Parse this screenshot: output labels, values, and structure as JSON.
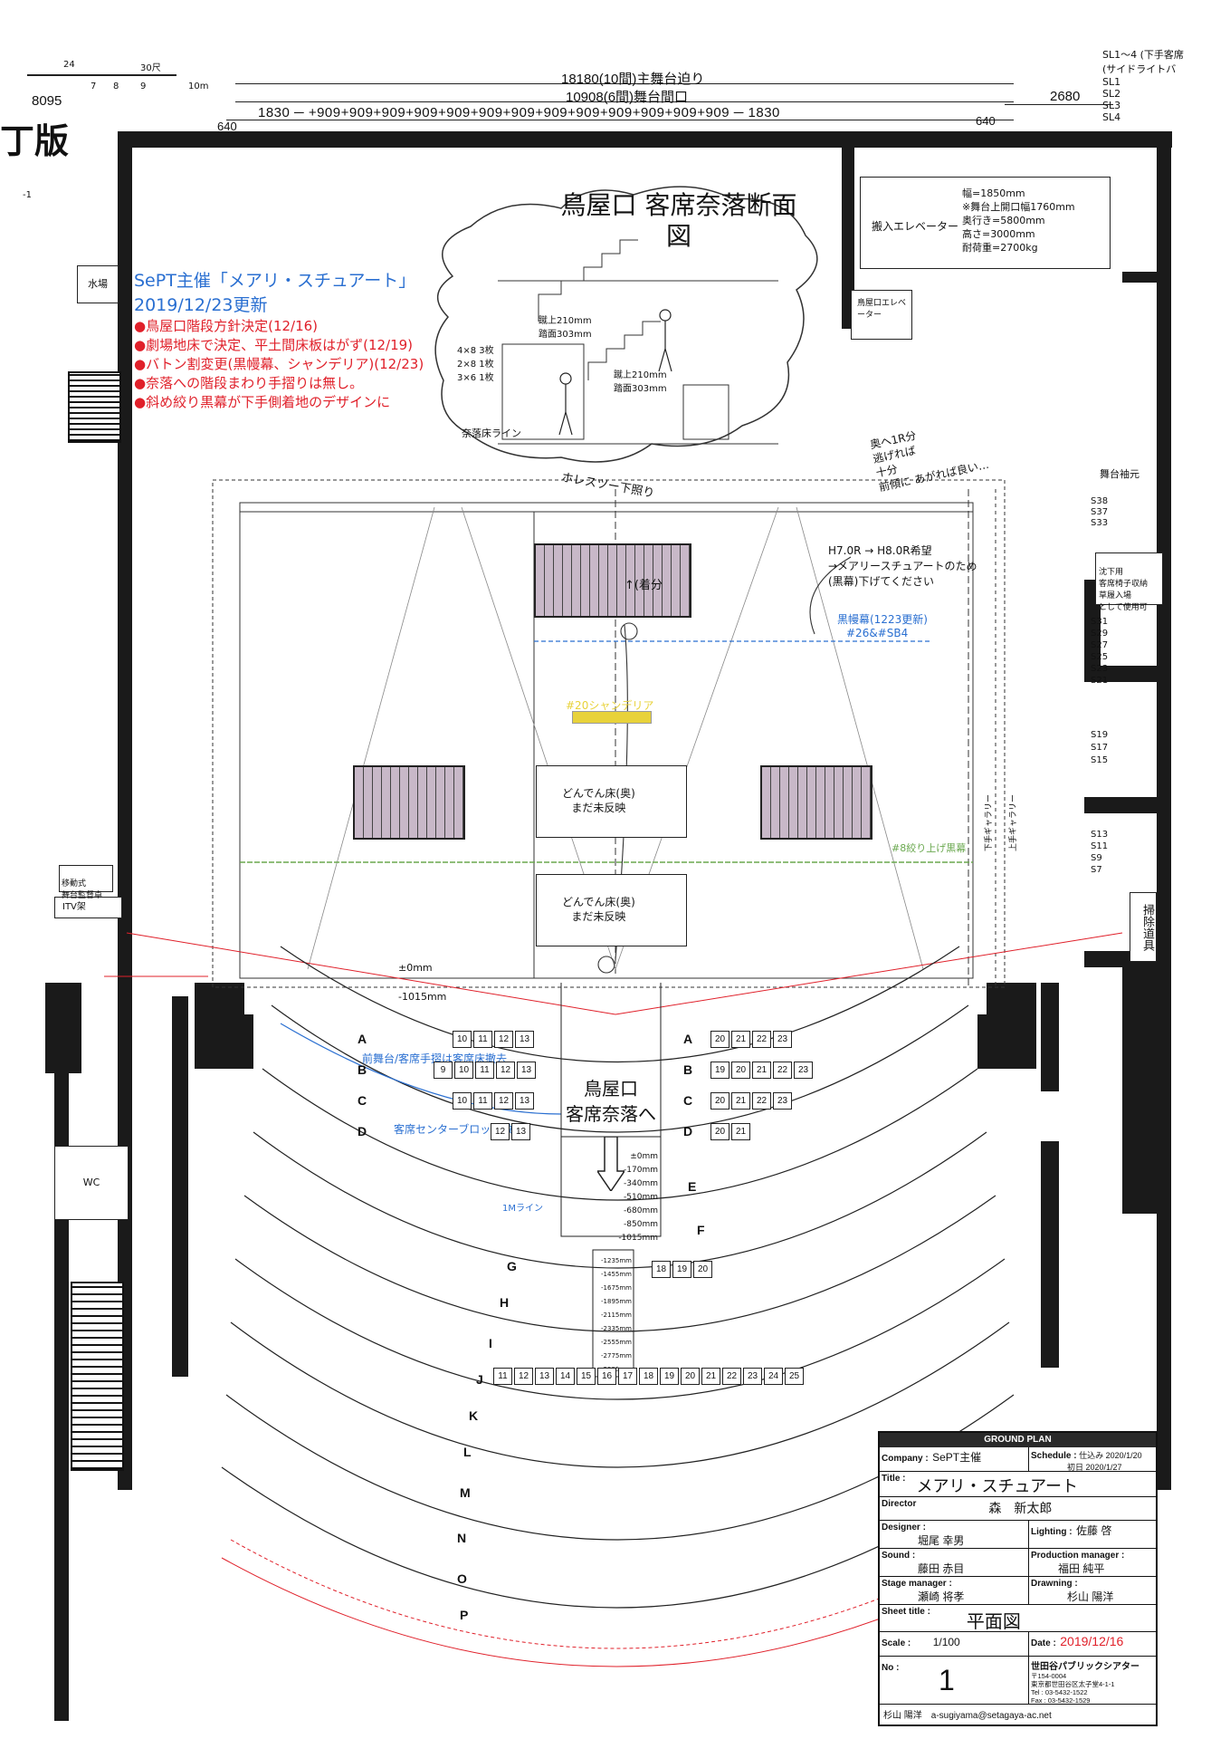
{
  "header": {
    "scale_labels": [
      "24",
      "30尺",
      "7",
      "8",
      "9",
      "10m"
    ],
    "left_dim": "8095",
    "main_stage_dim": "18180(10間)主舞台迫り",
    "proscenium_dim": "10908(6間)舞台間口",
    "bay_dims": "1830 ─ +909+909+909+909+909+909+909+909+909+909+909+909+909 ─ 1830",
    "side_640_left": "640",
    "side_640_right": "640",
    "right_dim": "2680",
    "edition": "丁版",
    "sl_header": "SL1〜4 (下手客席",
    "sl_sub": "(サイドライトバ",
    "sl_items": [
      "SL1",
      "SL2",
      "SL3",
      "SL4"
    ],
    "minus1": "-1"
  },
  "update_note": {
    "title": "SePT主催「メアリ・スチュアート」",
    "date": "2019/12/23更新",
    "items": [
      "●鳥屋口階段方針決定(12/16)",
      "●劇場地床で決定、平土間床板はがず(12/19)",
      "●バトン割変更(黒幔幕、シャンデリア)(12/23)",
      "●奈落への階段まわり手摺りは無し。",
      "●斜め絞り黒幕が下手側着地のデザインに"
    ]
  },
  "section_drawing": {
    "handwritten_title": "鳥屋口 客席奈落断面図",
    "step_note_1": "蹴上210mm\n踏面303mm",
    "step_note_2": "蹴上210mm\n踏面303mm",
    "board_note": "4×8 3枚\n2×8 1枚\n3×6 1枚",
    "floor_line": "奈落床ライン"
  },
  "elevator": {
    "label": "搬入エレベーター",
    "specs": [
      "幅=1850mm",
      "※舞台上開口幅1760mm",
      "奥行き=5800mm",
      "高さ=3000mm",
      "耐荷重=2700kg"
    ],
    "small_elevator": "鳥屋口エレベーター"
  },
  "left_rooms": {
    "water": "水場",
    "wc": "WC",
    "itv": "ITV架",
    "mobile_monitor": "移動式\n舞台監督卓"
  },
  "stage": {
    "handwritten_1": "↑(着分",
    "handwritten_2": "ホレスツー下照り",
    "black_curtain": "黒幔幕(1223更新)",
    "black_curtain_sub": "#26&#SB4",
    "chandelier": "#20シャンデリア",
    "platform_1": "どんでん床(奥)\nまだ未反映",
    "platform_2": "どんでん床(奥)\nまだ未反映",
    "black_drop": "#8絞り上げ黒幕",
    "note_right": "H7.0R → H8.0R希望\n→メアリースチュアートのため\n(黒幕)下げてください",
    "note_top_right": "奥へ1R分\n逃げれば\n十分\n前傾に あがれば良い…",
    "zero": "±0mm",
    "minus1015": "-1015mm",
    "stage_wall_label": "舞台袖元",
    "stage_right_gallery": "下手ギャラリー",
    "stage_left_gallery": "上手ギャラリー",
    "sink_area": "沈下用\n客席椅子収納\n草履入場\nとして使用可",
    "cleaning": "掃除道具"
  },
  "s_batons": {
    "group1": [
      "S38",
      "S37",
      "S33"
    ],
    "group2": [
      "S31",
      "S29",
      "S27",
      "S25",
      "S23",
      "S21"
    ],
    "group3": [
      "S19",
      "S17",
      "S15"
    ],
    "group4": [
      "S13",
      "S11",
      "S9",
      "S7"
    ]
  },
  "seating": {
    "front_note": "前舞台/客席手摺は客席床撤去",
    "center_note": "客席センターブロック撤去",
    "handwritten_center": "鳥屋口\n客席奈落へ",
    "one_m_line": "1Mライン",
    "step_levels": [
      "±0mm",
      "-170mm",
      "-340mm",
      "-510mm",
      "-680mm",
      "-850mm",
      "-1015mm"
    ],
    "aisle_levels": [
      "-1235mm",
      "-1455mm",
      "-1675mm",
      "-1895mm",
      "-2115mm",
      "-2335mm",
      "-2555mm",
      "-2775mm",
      "-2995mm"
    ],
    "rows_left": [
      {
        "row": "A",
        "seats": [
          "10",
          "11",
          "12",
          "13"
        ]
      },
      {
        "row": "B",
        "seats": [
          "9",
          "10",
          "11",
          "12",
          "13"
        ]
      },
      {
        "row": "C",
        "seats": [
          "10",
          "11",
          "12",
          "13"
        ]
      },
      {
        "row": "D",
        "seats": [
          "12",
          "13"
        ]
      }
    ],
    "rows_right": [
      {
        "row": "A",
        "seats": [
          "20",
          "21",
          "22",
          "23"
        ]
      },
      {
        "row": "B",
        "seats": [
          "19",
          "20",
          "21",
          "22",
          "23"
        ]
      },
      {
        "row": "C",
        "seats": [
          "20",
          "21",
          "22",
          "23"
        ]
      },
      {
        "row": "D",
        "seats": [
          "20",
          "21"
        ]
      }
    ],
    "row_letters": [
      "E",
      "F",
      "G",
      "H",
      "I",
      "J",
      "K",
      "L",
      "M",
      "N",
      "O",
      "P"
    ],
    "g_center": [
      "18",
      "19",
      "20"
    ],
    "j_center": [
      "11",
      "12",
      "13",
      "14",
      "15",
      "16",
      "17",
      "18",
      "19",
      "20",
      "21",
      "22",
      "23",
      "24",
      "25"
    ]
  },
  "title_block": {
    "header": "GROUND PLAN",
    "company_lbl": "Company :",
    "company": "SePT主催",
    "schedule_lbl": "Schedule :",
    "schedule_1": "仕込み 2020/1/20",
    "schedule_2": "初日 2020/1/27",
    "title_lbl": "Title :",
    "title": "メアリ・スチュアート",
    "director_lbl": "Director",
    "director": "森　新太郎",
    "designer_lbl": "Designer :",
    "designer": "堀尾 幸男",
    "lighting_lbl": "Lighting :",
    "lighting": "佐藤 啓",
    "sound_lbl": "Sound :",
    "sound": "藤田 赤目",
    "pm_lbl": "Production manager :",
    "pm": "福田 純平",
    "sm_lbl": "Stage manager :",
    "sm": "瀬崎 将孝",
    "drawing_lbl": "Drawning :",
    "drawing": "杉山 陽洋",
    "sheet_lbl": "Sheet title :",
    "sheet": "平面図",
    "scale_lbl": "Scale :",
    "scale": "1/100",
    "date_lbl": "Date :",
    "date": "2019/12/16",
    "no_lbl": "No :",
    "no": "1",
    "theatre": "世田谷パブリックシアター",
    "address": "〒154-0004\n東京都世田谷区太子堂4-1-1\nTel : 03-5432-1522\nFax : 03-5432-1529",
    "contact": "杉山 陽洋　a-sugiyama@setagaya-ac.net"
  },
  "colors": {
    "red": "#e0202a",
    "blue": "#2a6fd1",
    "yellow": "#e8d23a",
    "green": "#6aa84f",
    "stair": "#c8b8c8"
  }
}
